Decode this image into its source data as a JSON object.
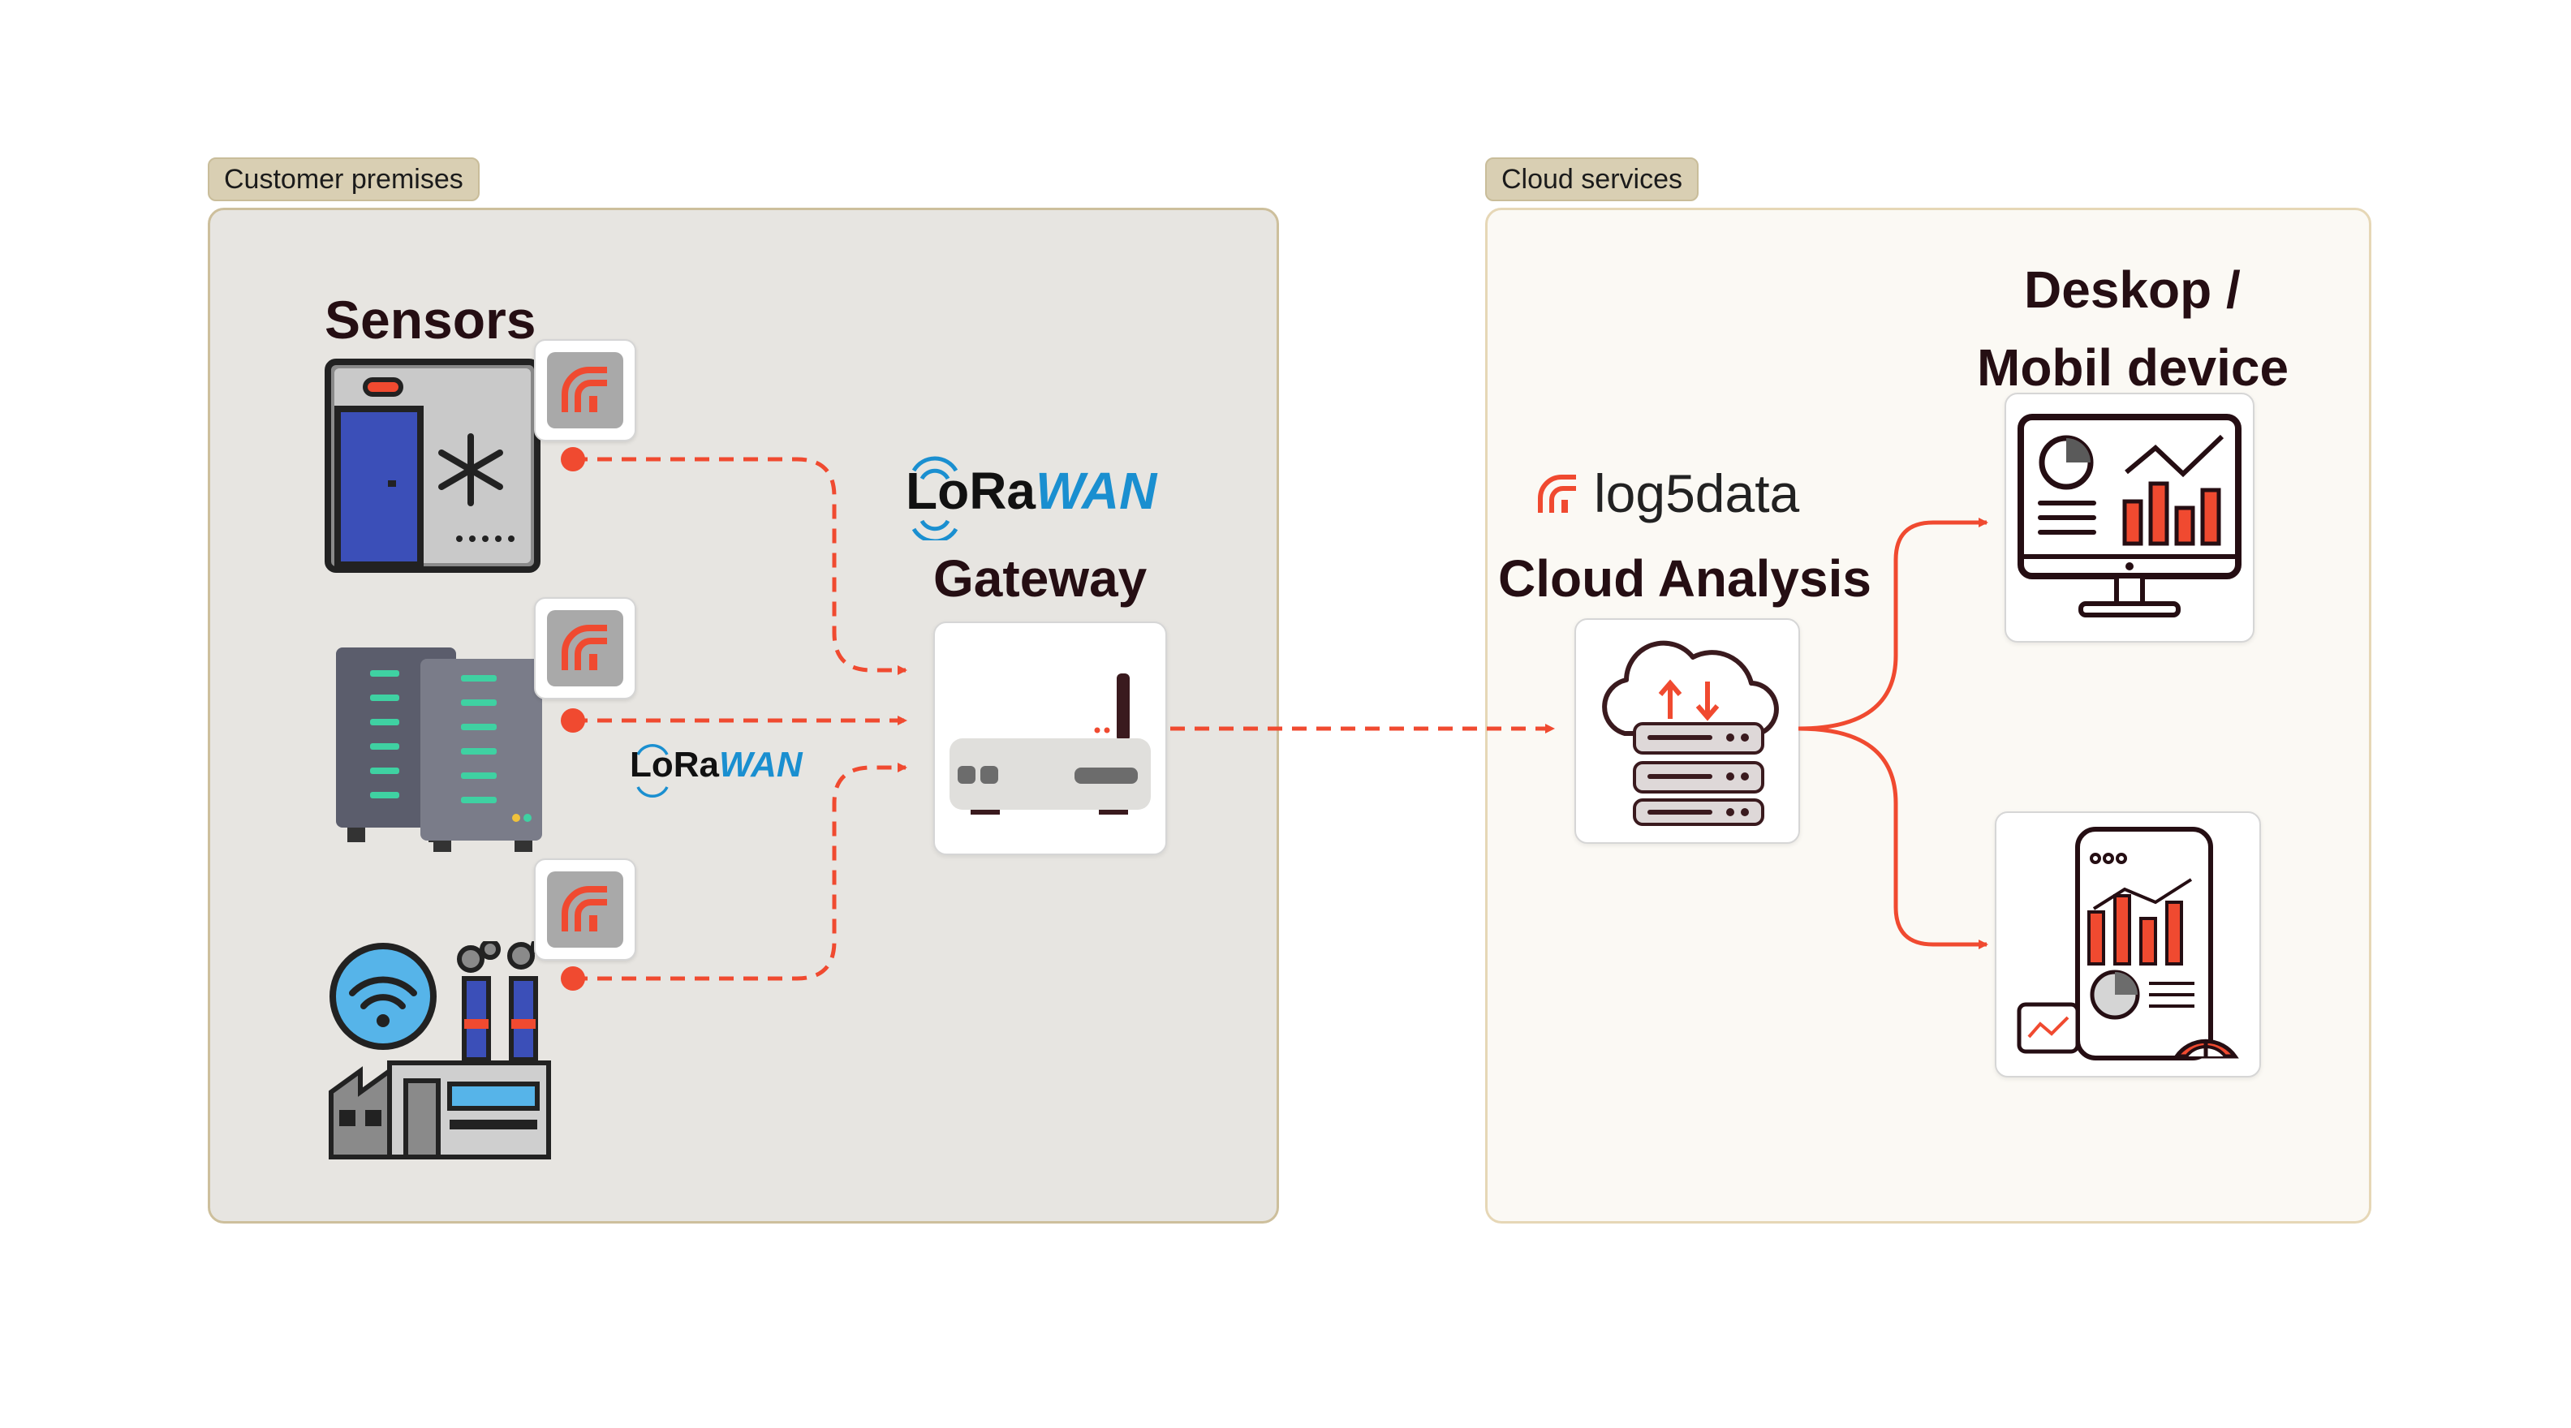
{
  "zones": {
    "customer_label": "Customer premises",
    "cloud_label": "Cloud services"
  },
  "sensors_title": "Sensors",
  "gateway": {
    "brand_lo": "LoRa",
    "brand_wan": "WAN",
    "title": "Gateway"
  },
  "link_label": {
    "lo": "LoRa",
    "wan": "WAN"
  },
  "cloud": {
    "brand": "log5data",
    "title": "Cloud Analysis"
  },
  "devices": {
    "title_line1": "Deskop /",
    "title_line2": "Mobil device"
  },
  "colors": {
    "accent": "#f04a30",
    "connector": "#f04a30",
    "title": "#250e13",
    "lorawan_blue": "#1a8fd0",
    "customer_zone_bg": "#e7e5e1",
    "cloud_zone_bg": "#fbf9f4",
    "tag_bg": "#d9cfb3"
  },
  "icons": [
    "freezer-icon",
    "server-rack-icon",
    "factory-wifi-icon",
    "log5data-sensor-icon",
    "lorawan-gateway-icon",
    "cloud-server-icon",
    "desktop-dashboard-icon",
    "mobile-dashboard-icon"
  ]
}
